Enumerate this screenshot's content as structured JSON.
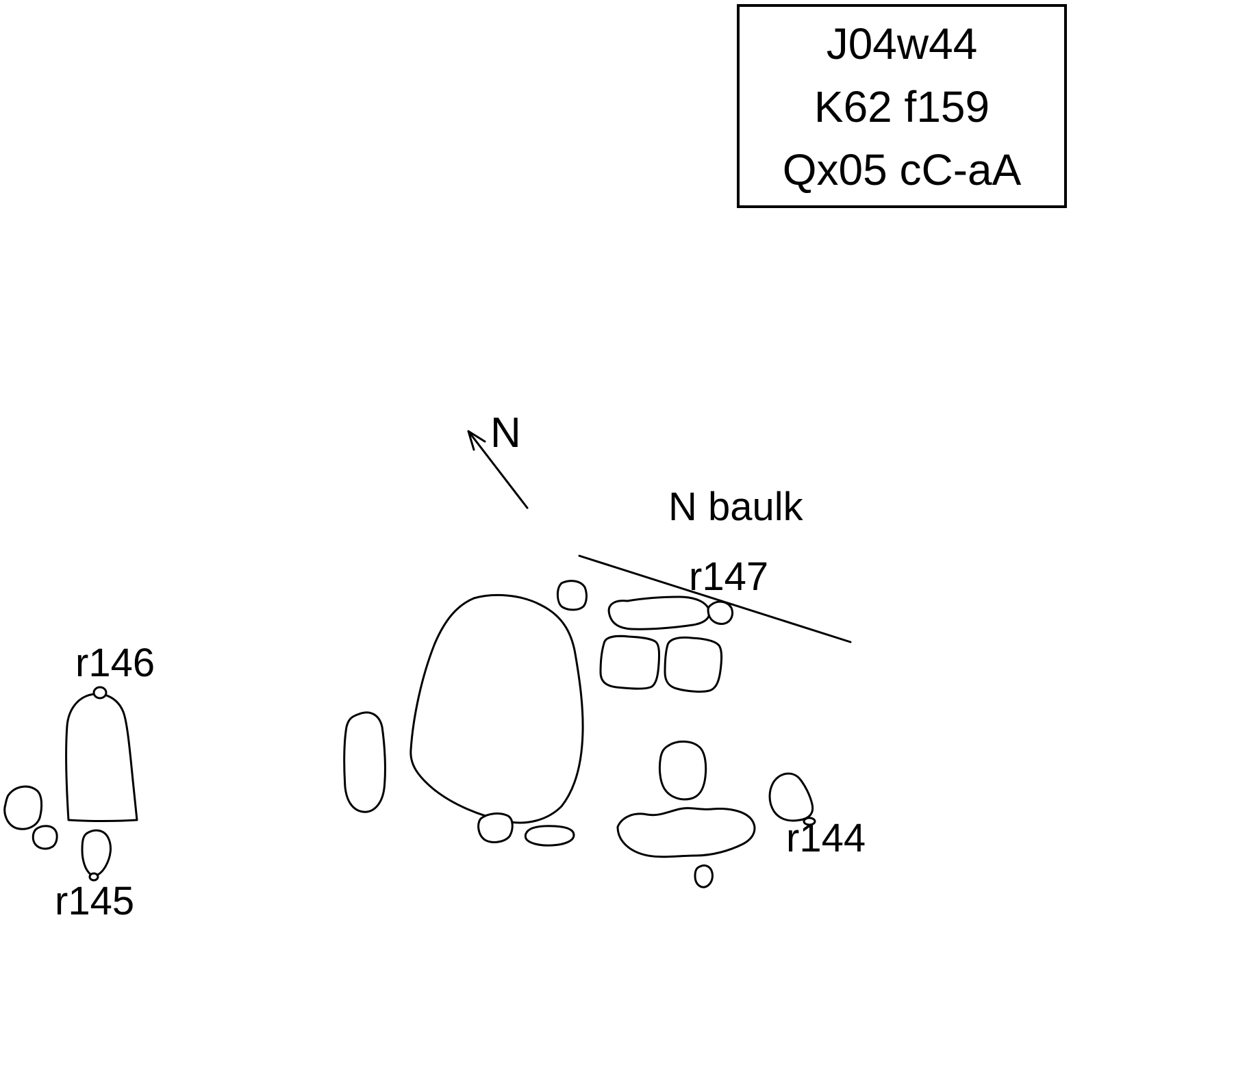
{
  "title_box": {
    "line1": "J04w44",
    "line2": "K62 f159",
    "line3": "Qx05 cC-aA"
  },
  "compass": {
    "north_label": "N"
  },
  "labels": {
    "n_baulk": "N baulk",
    "r147": "r147",
    "r146": "r146",
    "r145": "r145",
    "r144": "r144"
  }
}
